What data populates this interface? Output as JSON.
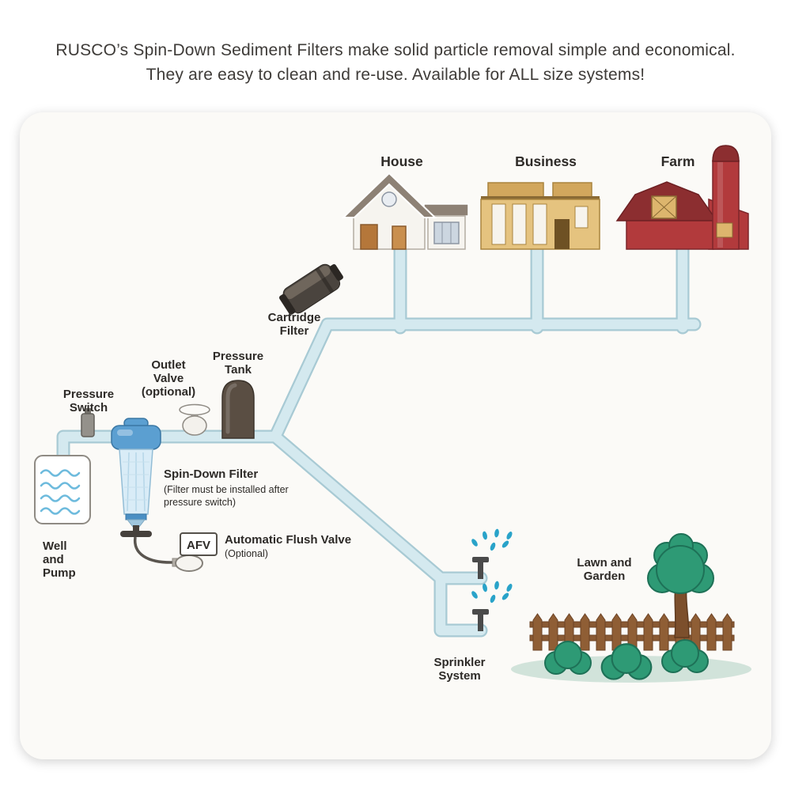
{
  "header": {
    "line1": "RUSCO’s Spin-Down Sediment Filters make solid particle removal simple and economical.",
    "line2": "They are easy to clean and re-use. Available for ALL size systems!"
  },
  "destinations": {
    "house": "House",
    "business": "Business",
    "farm": "Farm",
    "lawn_line1": "Lawn and",
    "lawn_line2": "Garden"
  },
  "components": {
    "cartridge_line1": "Cartridge",
    "cartridge_line2": "Filter",
    "pressure_tank_line1": "Pressure",
    "pressure_tank_line2": "Tank",
    "outlet_valve_line1": "Outlet",
    "outlet_valve_line2": "Valve",
    "outlet_valve_line3": "(optional)",
    "pressure_switch_line1": "Pressure",
    "pressure_switch_line2": "Switch",
    "well_line1": "Well",
    "well_line2": "and",
    "well_line3": "Pump",
    "spin_down_title": "Spin-Down Filter",
    "spin_down_note_line1": "(Filter must be installed after",
    "spin_down_note_line2": "pressure switch)",
    "afv_abbrev": "AFV",
    "flush_valve_title": "Automatic Flush Valve",
    "flush_valve_note": "(Optional)",
    "sprinkler_line1": "Sprinkler",
    "sprinkler_line2": "System"
  },
  "colors": {
    "pipe_fill": "#d4e9ef",
    "pipe_outline": "#a8cad4",
    "water_spray": "#29a3c9",
    "barn_red": "#b23a3c",
    "barn_dark_red": "#8c2e30",
    "business_tan": "#e5c37f",
    "business_tan_dark": "#d2a75d",
    "roof_gray": "#8d8175",
    "bush_green": "#2e9a75",
    "bush_outline": "#1e7157",
    "fence_brown": "#8a5a33",
    "filter_blue": "#5b9fd1",
    "tank_brown": "#5a4e43",
    "label_text": "#2d2a27"
  }
}
